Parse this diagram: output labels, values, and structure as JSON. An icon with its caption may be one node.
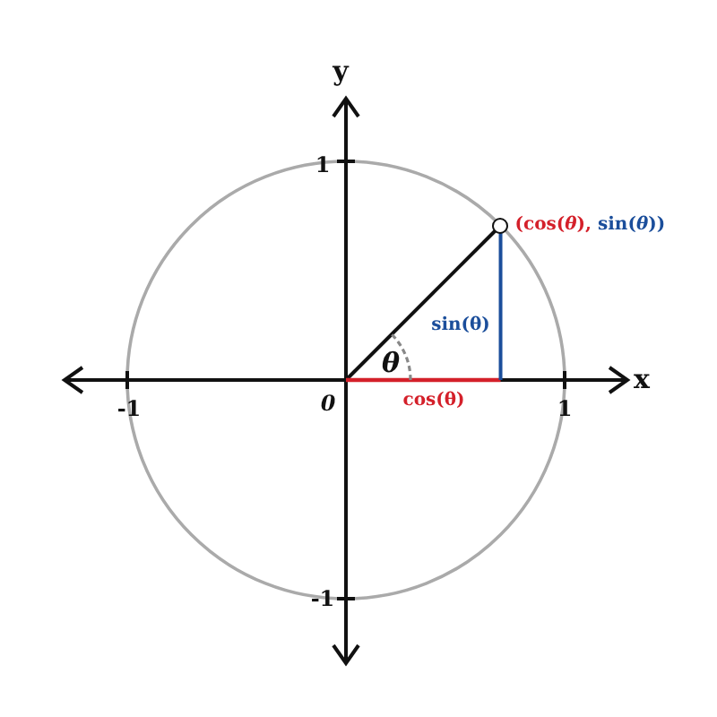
{
  "diagram": {
    "nodes": [
      {
        "text": [],
        "shape": "circle",
        "beside": [
          "(cos(*θ*), sin(*θ*))"
        ]
      }
    ],
    "labels": [
      "y",
      "1",
      "x",
      "-1",
      "0",
      "1",
      "θ",
      "sin(θ)",
      "cos(θ)",
      "-1"
    ]
  }
}
